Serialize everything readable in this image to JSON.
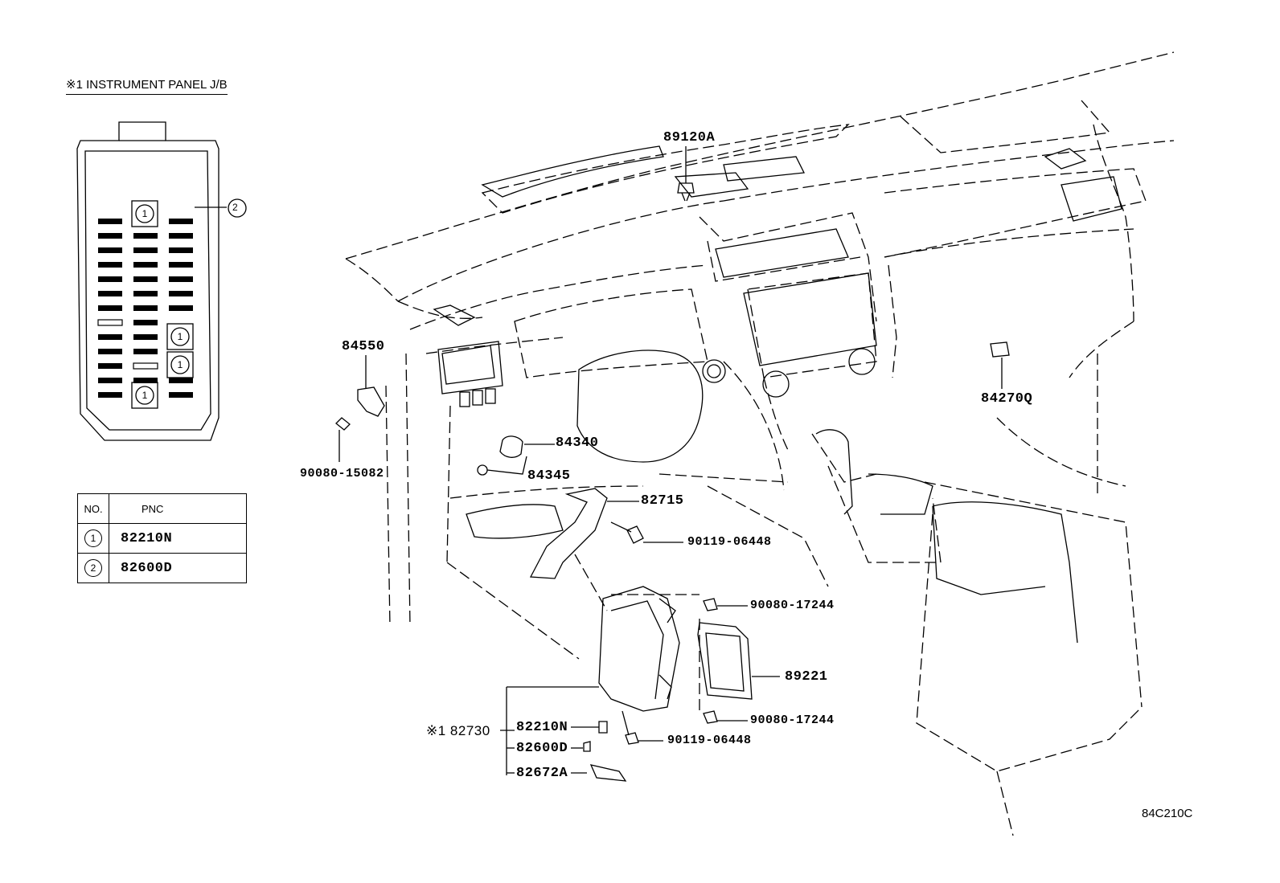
{
  "junction_block": {
    "title": "※1 INSTRUMENT PANEL J/B",
    "callout": "2",
    "fuse_marker": "1"
  },
  "pnc_table": {
    "headers": [
      "NO.",
      "PNC"
    ],
    "rows": [
      {
        "no": "1",
        "pnc": "82210N"
      },
      {
        "no": "2",
        "pnc": "82600D"
      }
    ]
  },
  "parts": {
    "p89120A": "89120A",
    "p84550": "84550",
    "p90080_15082": "90080-15082",
    "p84340": "84340",
    "p84345": "84345",
    "p82715": "82715",
    "p90119_06448_a": "90119-06448",
    "p84270Q": "84270Q",
    "p90080_17244_a": "90080-17244",
    "p89221": "89221",
    "p90080_17244_b": "90080-17244",
    "p90119_06448_b": "90119-06448",
    "p82730": "※1 82730",
    "p82210N": "82210N",
    "p82600D": "82600D",
    "p82672A": "82672A"
  },
  "diagram_code": "84C210C"
}
